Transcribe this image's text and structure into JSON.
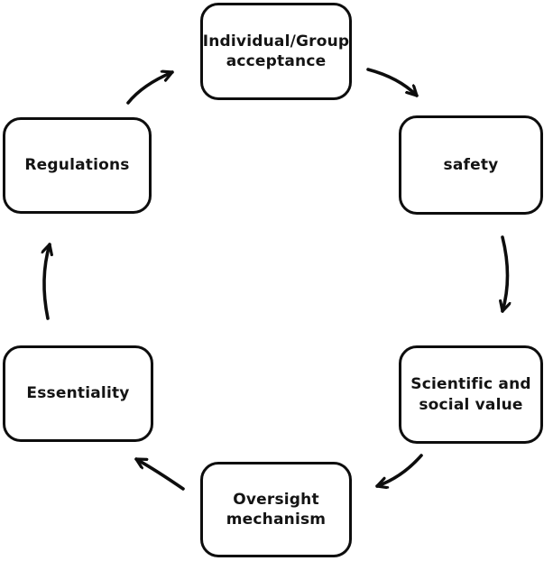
{
  "figure": {
    "type": "cycle-diagram",
    "nodes": [
      {
        "id": "individual-group-acceptance",
        "label": "Individual/Group\nacceptance"
      },
      {
        "id": "safety",
        "label": "safety"
      },
      {
        "id": "scientific-and-social-value",
        "label": "Scientific and\nsocial value"
      },
      {
        "id": "oversight-mechanism",
        "label": "Oversight\nmechanism"
      },
      {
        "id": "essentiality",
        "label": "Essentiality"
      },
      {
        "id": "regulations",
        "label": "Regulations"
      }
    ],
    "edges": [
      {
        "from": "individual-group-acceptance",
        "to": "safety"
      },
      {
        "from": "safety",
        "to": "scientific-and-social-value"
      },
      {
        "from": "scientific-and-social-value",
        "to": "oversight-mechanism"
      },
      {
        "from": "oversight-mechanism",
        "to": "essentiality"
      },
      {
        "from": "essentiality",
        "to": "regulations"
      },
      {
        "from": "regulations",
        "to": "individual-group-acceptance"
      }
    ],
    "colors": {
      "stroke": "#0d0d0d",
      "background": "#ffffff",
      "text": "#141414"
    }
  }
}
